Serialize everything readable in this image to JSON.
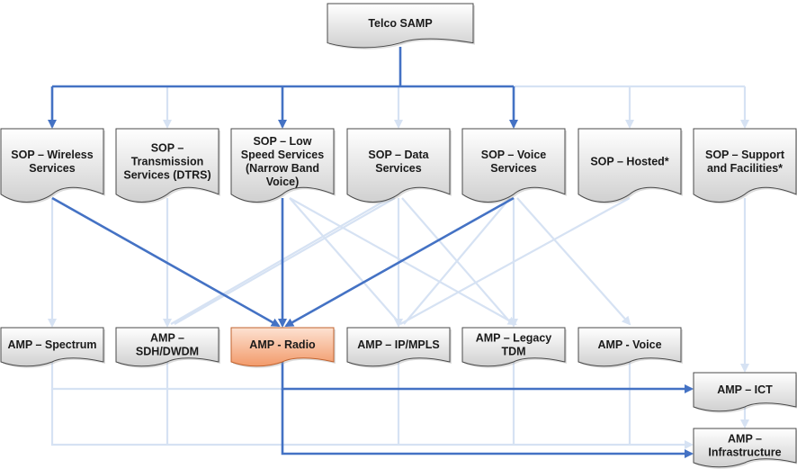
{
  "root": {
    "label": [
      "Telco SAMP"
    ]
  },
  "sops": [
    {
      "id": "wireless",
      "label": [
        "SOP – Wireless",
        "Services"
      ]
    },
    {
      "id": "transmission",
      "label": [
        "SOP –",
        "Transmission",
        "Services (DTRS)"
      ]
    },
    {
      "id": "lowspeed",
      "label": [
        "SOP – Low",
        "Speed Services",
        "(Narrow Band",
        "Voice)"
      ]
    },
    {
      "id": "data",
      "label": [
        "SOP – Data",
        "Services"
      ]
    },
    {
      "id": "voice",
      "label": [
        "SOP – Voice",
        "Services"
      ]
    },
    {
      "id": "hosted",
      "label": [
        "SOP – Hosted*"
      ]
    },
    {
      "id": "support",
      "label": [
        "SOP – Support",
        "and Facilities*"
      ]
    }
  ],
  "amps": [
    {
      "id": "spectrum",
      "label": [
        "AMP – Spectrum"
      ]
    },
    {
      "id": "sdh",
      "label": [
        "AMP –",
        "SDH/DWDM"
      ]
    },
    {
      "id": "radio",
      "label": [
        "AMP - Radio"
      ],
      "highlight": true
    },
    {
      "id": "ipmpls",
      "label": [
        "AMP – IP/MPLS"
      ]
    },
    {
      "id": "legacy",
      "label": [
        "AMP – Legacy",
        "TDM"
      ]
    },
    {
      "id": "ampvoice",
      "label": [
        "AMP - Voice"
      ]
    },
    {
      "id": "ict",
      "label": [
        "AMP – ICT"
      ]
    },
    {
      "id": "infra",
      "label": [
        "AMP –",
        "Infrastructure"
      ]
    }
  ],
  "colors": {
    "box_fill_top": "#ffffff",
    "box_fill_bottom": "#d0d0d0",
    "box_stroke": "#4a4a4a",
    "highlight_fill_top": "#fde2d2",
    "highlight_fill_bottom": "#f29a6a",
    "highlight_stroke": "#c0622e",
    "strong_line": "#4472c4",
    "light_line": "#d6e2f3"
  }
}
